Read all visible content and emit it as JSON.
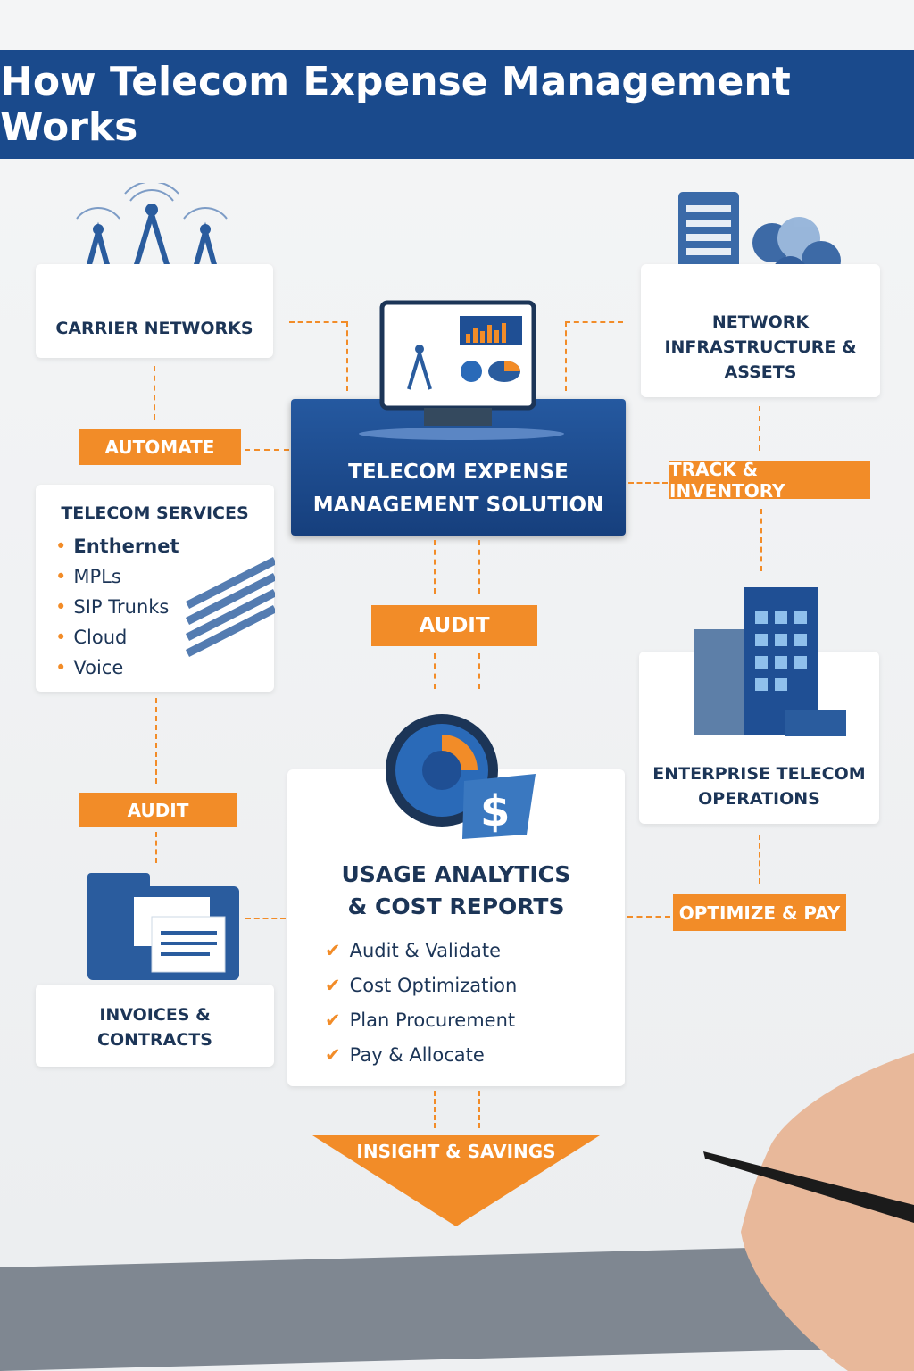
{
  "title": "How Telecom Expense Management Works",
  "carrier": {
    "label": "CARRIER NETWORKS"
  },
  "automate": "AUTOMATE",
  "services": {
    "title": "TELECOM SERVICES",
    "items": [
      "Enthernet",
      "MPLs",
      "SIP Trunks",
      "Cloud",
      "Voice"
    ]
  },
  "center": {
    "line1": "TELECOM EXPENSE",
    "line2": "MANAGEMENT SOLUTION"
  },
  "network": {
    "line1": "NETWORK",
    "line2": "INFRASTRUCTURE &",
    "line3": "ASSETS"
  },
  "track": "TRACK & INVENTORY",
  "audit_center": "AUDIT",
  "enterprise": {
    "line1": "ENTERPRISE TELECOM",
    "line2": "OPERATIONS"
  },
  "optimize": "OPTIMIZE & PAY",
  "analytics": {
    "line1": "USAGE ANALYTICS",
    "line2": "& COST REPORTS",
    "items": [
      "Audit & Validate",
      "Cost Optimization",
      "Plan Procurement",
      "Pay & Allocate"
    ]
  },
  "audit_left": "AUDIT",
  "invoices": {
    "line1": "INVOICES &",
    "line2": "CONTRACTS"
  },
  "insight": "INSIGHT & SAVINGS",
  "colors": {
    "blue": "#1a4a8c",
    "orange": "#f28c28"
  }
}
